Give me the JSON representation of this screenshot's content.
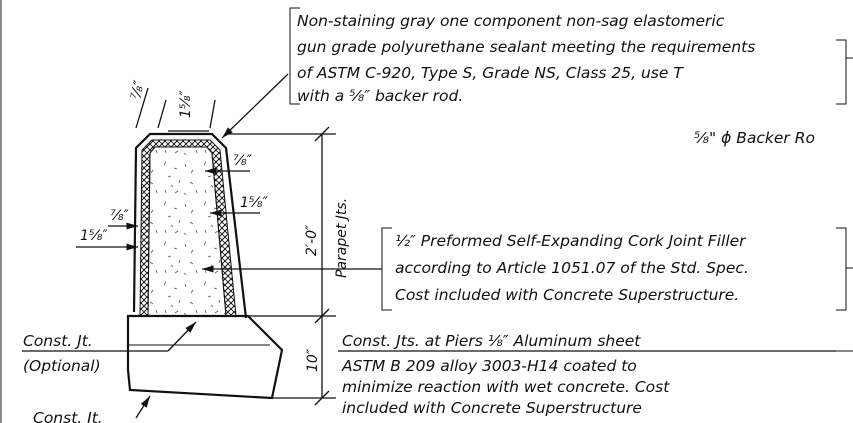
{
  "notes": {
    "sealant": [
      "Non-staining gray one component non-sag elastomeric",
      "gun grade polyurethane sealant meeting the requirements",
      "of ASTM C-920, Type S, Grade NS, Class 25, use T",
      "with a ⁵⁄₈″ backer rod."
    ],
    "backer_rod": "⁵⁄₈\" ϕ Backer Ro",
    "cork_filler": [
      "½″ Preformed Self-Expanding Cork Joint Filler",
      "according to Article 1051.07 of the Std. Spec.",
      "Cost included with Concrete Superstructure."
    ],
    "const_jts_piers": [
      "Const. Jts. at Piers ⅛″ Aluminum sheet",
      "ASTM B 209 alloy 3003-H14 coated to",
      "minimize reaction with wet concrete.  Cost",
      "included with Concrete Superstructure"
    ],
    "const_jt": "Const. Jt.",
    "optional": "(Optional)",
    "const_jt_bottom": "Const. Jt."
  },
  "dimensions": {
    "top_left": "⅞″",
    "top_right": "1⅝″",
    "right_inner": "⅞″",
    "left_inner": "⅞″",
    "right_side": "1⅝″",
    "left_side": "1⅝″",
    "parapet_height": "2′-0″",
    "parapet_label": "Parapet Jts.",
    "base_height": "10″"
  }
}
